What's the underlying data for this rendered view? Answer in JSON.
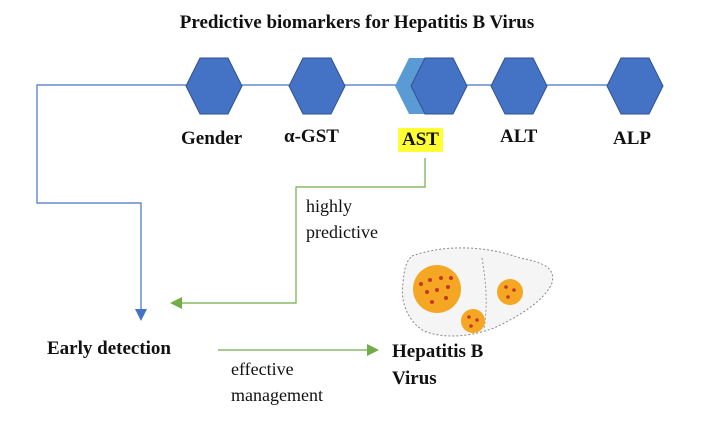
{
  "title": "Predictive biomarkers for Hepatitis B Virus",
  "biomarkers": [
    "Gender",
    "α-GST",
    "AST",
    "ALT",
    "ALP"
  ],
  "highlighted_biomarker": "AST",
  "notes": {
    "highly_predictive": "highly predictive",
    "effective_management": "effective management"
  },
  "nodes": {
    "early_detection": "Early detection",
    "hbv": "Hepatitis B Virus"
  },
  "colors": {
    "hexagon_fill": "#4472c4",
    "hexagon_stroke": "#2f528f",
    "hexagon_shadow": "#5b9bd5",
    "timeline_blue": "#4472c4",
    "arrow_green": "#70ad47",
    "highlight": "#ffff33",
    "tumor": "#f5a623",
    "tumor_dot": "#c0392b"
  }
}
